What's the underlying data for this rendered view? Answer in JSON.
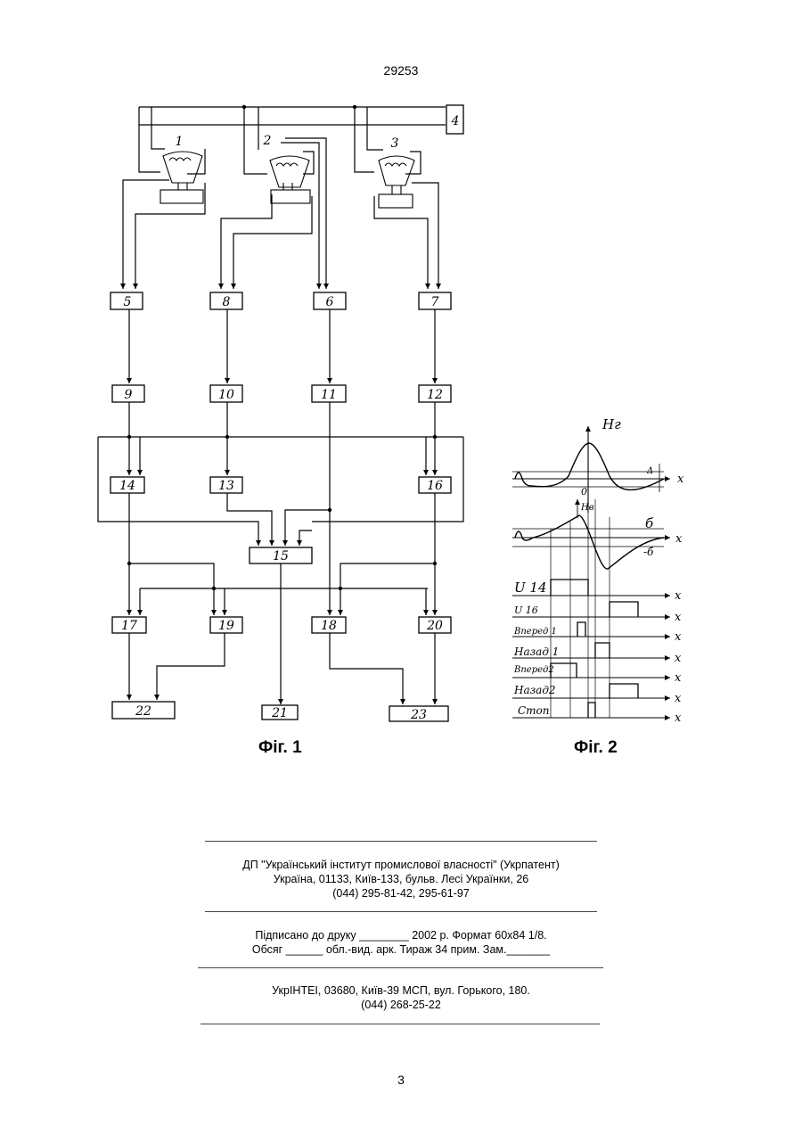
{
  "header": {
    "patent_number": "29253"
  },
  "figure1": {
    "caption": "Фіг. 1",
    "block_labels": [
      "1",
      "2",
      "3",
      "4",
      "5",
      "8",
      "6",
      "7",
      "9",
      "10",
      "11",
      "12",
      "14",
      "13",
      "16",
      "15",
      "17",
      "19",
      "18",
      "20",
      "22",
      "21",
      "23"
    ]
  },
  "figure2": {
    "caption": "Фіг. 2",
    "top_axis_label": "Нг",
    "x_label": "x",
    "delta_label": "Δ",
    "origin_label": "0",
    "hv_label": "Нв",
    "sigma_label": "б",
    "neg_sigma_label": "-б",
    "rows": [
      "U 14",
      "U 16",
      "Вперед 1",
      "Назад 1",
      "Вперед2",
      "Назад2",
      "Стоп"
    ]
  },
  "imprint": {
    "line1": "ДП \"Український інститут промислової власності\" (Укрпатент)",
    "line2": "Україна, 01133, Київ-133, бульв. Лесі Українки, 26",
    "line3": "(044) 295-81-42, 295-61-97",
    "line4": "Підписано до друку ________ 2002 р.    Формат 60x84 1/8.",
    "line5": "Обсяг ______ обл.-вид. арк.   Тираж 34 прим.    Зам._______",
    "line6": "УкрІНТЕІ, 03680, Київ-39 МСП, вул. Горького, 180.",
    "line7": "(044) 268-25-22"
  },
  "footer": {
    "page_number": "3"
  }
}
